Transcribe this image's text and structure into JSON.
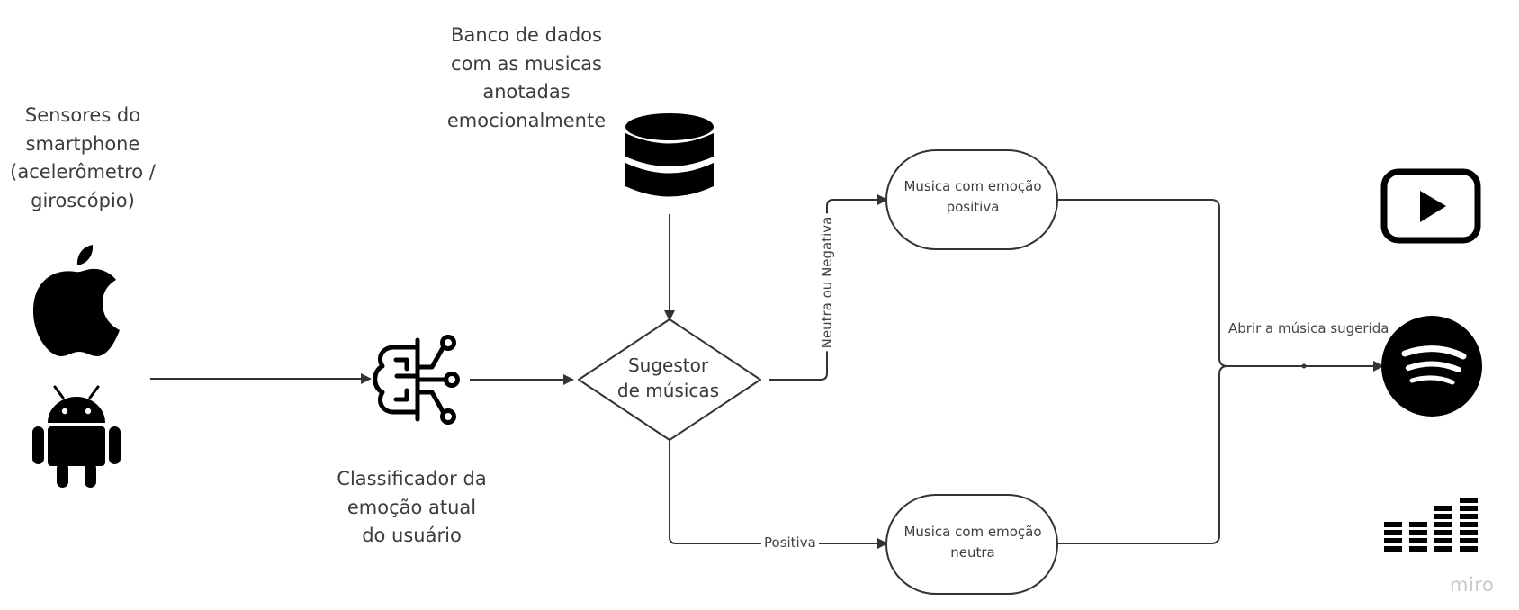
{
  "nodes": {
    "sensors_label": "Sensores do\nsmartphone\n(acelerômetro /\ngiroscópio)",
    "database_label": "Banco de dados\ncom as musicas\nanotadas\nemocionalmente",
    "classifier_label": "Classificador da\nemoção atual\ndo usuário",
    "sugestor_label": "Sugestor\nde músicas",
    "positive_music_label": "Musica com emoção\npositiva",
    "neutral_music_label": "Musica com emoção\nneutra"
  },
  "edges": {
    "neutral_or_negative": "Neutra ou Negativa",
    "positive": "Positiva",
    "open_suggested": "Abrir a música sugerida"
  },
  "icons": [
    "apple-icon",
    "android-icon",
    "ai-brain-icon",
    "database-icon",
    "youtube-icon",
    "spotify-icon",
    "deezer-icon"
  ],
  "watermark": "miro",
  "colors": {
    "line": "#333333",
    "icon": "#000000",
    "text": "#3d3d3d",
    "watermark": "#c9c9c9"
  }
}
